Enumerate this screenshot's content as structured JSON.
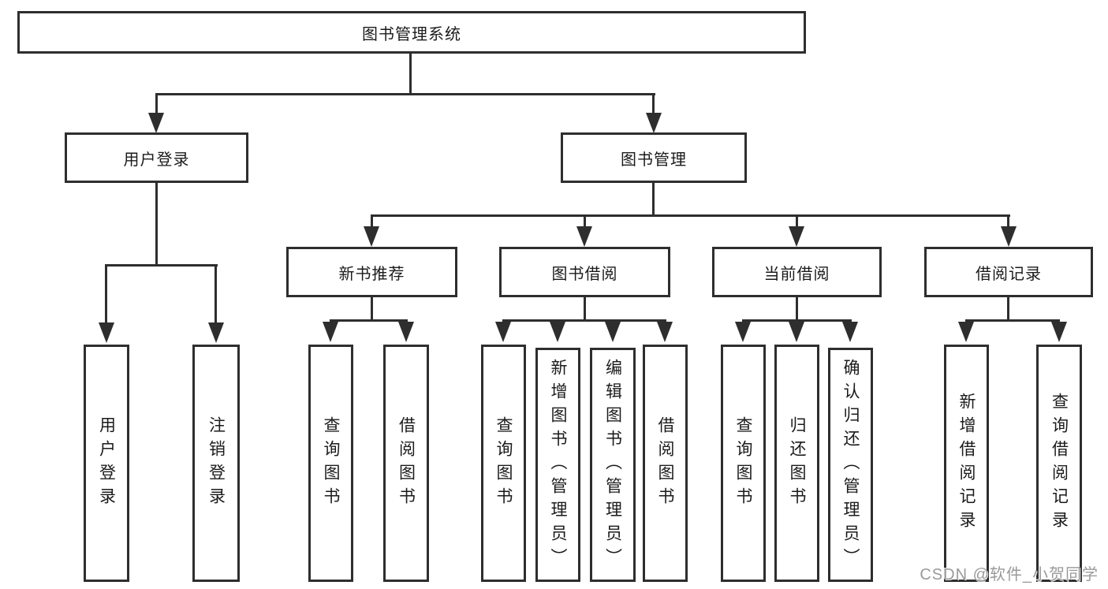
{
  "colors": {
    "line": "#2e2e2e",
    "text": "#1b1b1b",
    "background": "#ffffff",
    "watermark": "#9a9a9a"
  },
  "nodes": {
    "root": "图书管理系统",
    "user_login": "用户登录",
    "book_mgmt": "图书管理",
    "new_book_rec": "新书推荐",
    "book_borrow": "图书借阅",
    "current_borrow": "当前借阅",
    "borrow_record": "借阅记录",
    "ul_user_login": "用户登录",
    "ul_logout": "注销登录",
    "nb_query_book": "查询图书",
    "nb_borrow_book": "借阅图书",
    "bb_query_book": "查询图书",
    "bb_add_book": "新增图书（管理员）",
    "bb_edit_book": "编辑图书（管理员）",
    "bb_borrow_book": "借阅图书",
    "cb_query_book": "查询图书",
    "cb_return_book": "归还图书",
    "cb_confirm_return": "确认归还（管理员）",
    "br_add_record": "新增借阅记录",
    "br_query_record": "查询借阅记录"
  },
  "hierarchy": {
    "图书管理系统": {
      "用户登录": [
        "用户登录",
        "注销登录"
      ],
      "图书管理": {
        "新书推荐": [
          "查询图书",
          "借阅图书"
        ],
        "图书借阅": [
          "查询图书",
          "新增图书（管理员）",
          "编辑图书（管理员）",
          "借阅图书"
        ],
        "当前借阅": [
          "查询图书",
          "归还图书",
          "确认归还（管理员）"
        ],
        "借阅记录": [
          "新增借阅记录",
          "查询借阅记录"
        ]
      }
    }
  },
  "watermark": "CSDN @软件_小贺同学"
}
